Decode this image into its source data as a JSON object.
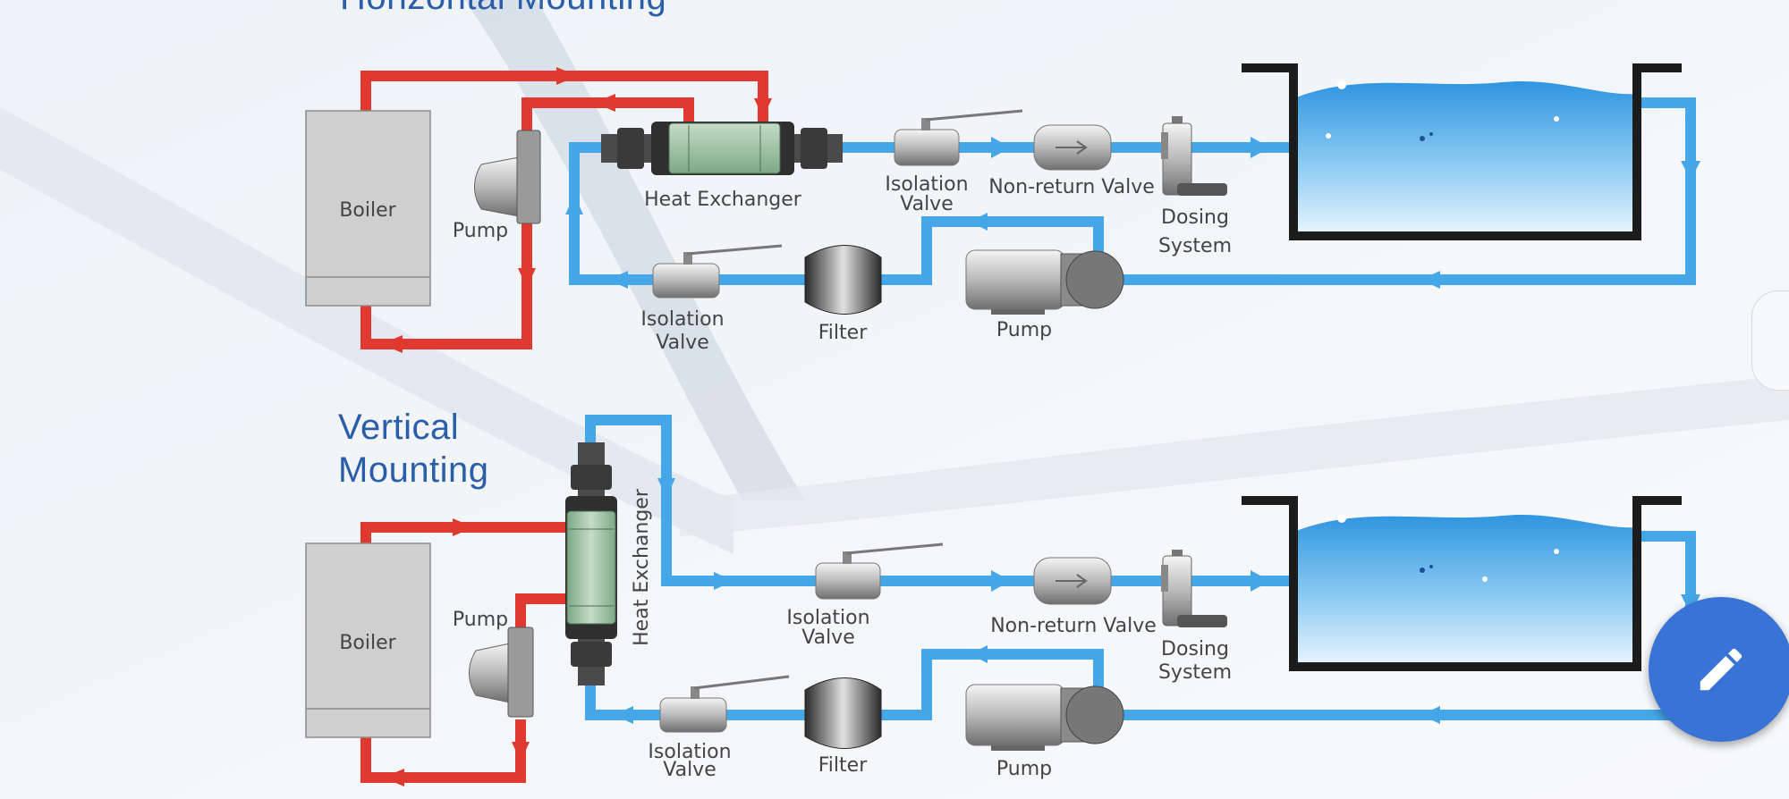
{
  "sections": {
    "horizontal_title": "Horizontal Mounting",
    "vertical_title_line1": "Vertical",
    "vertical_title_line2": "Mounting"
  },
  "labels": {
    "boiler": "Boiler",
    "pump": "Pump",
    "heat_exchanger": "Heat Exchanger",
    "isolation_line1": "Isolation",
    "isolation_line2": "Valve",
    "non_return_valve": "Non-return Valve",
    "dosing_line1": "Dosing",
    "dosing_line2": "System",
    "filter": "Filter"
  },
  "colors": {
    "hot_pipe": "#e03a30",
    "cold_pipe": "#45a7e8",
    "pool_wall": "#1c1c1c",
    "heat_exchanger_body": "#9dbfa3",
    "fab": "#3a73d6"
  },
  "icons": {
    "fab": "pencil-icon"
  }
}
